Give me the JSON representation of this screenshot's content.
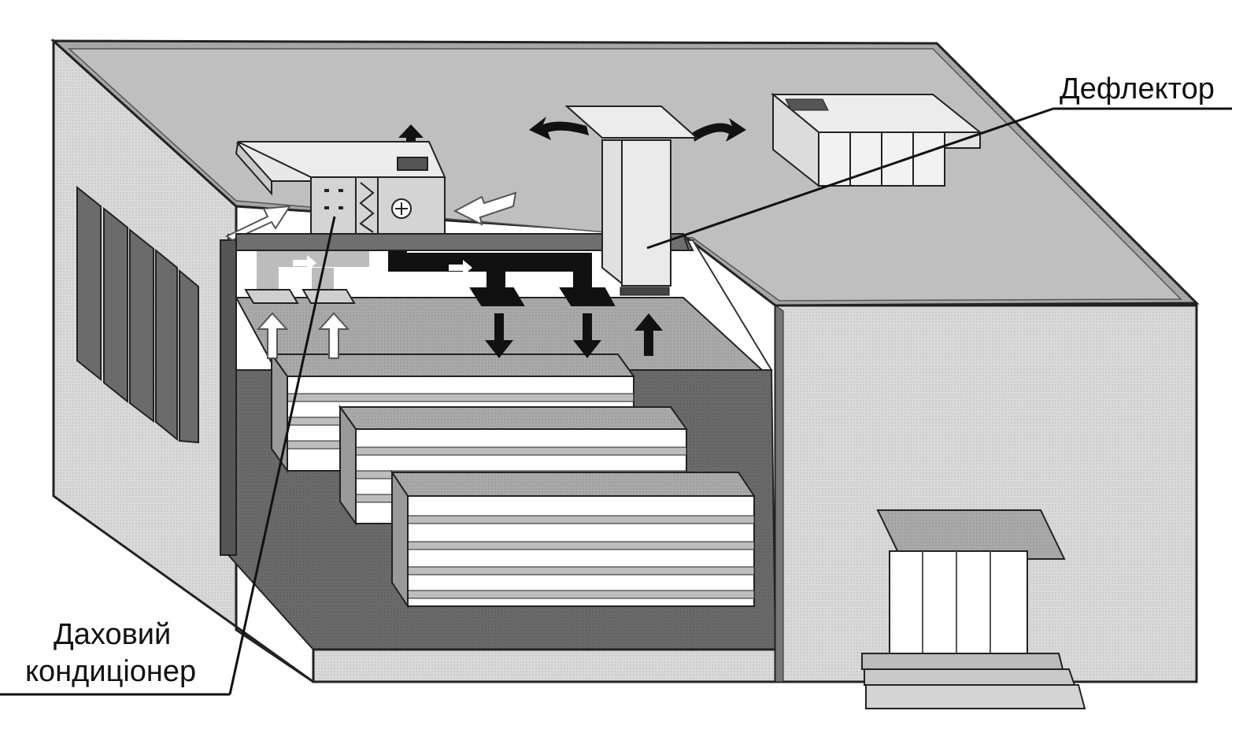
{
  "labels": {
    "deflector": "Дефлектор",
    "roof_conditioner_line1": "Даховий",
    "roof_conditioner_line2": "кондиціонер"
  },
  "colors": {
    "wall_light": "#e4e4e4",
    "wall_mid": "#cfcfcf",
    "roof_top": "#c8c8c8",
    "floor_dark": "#6e6e6e",
    "duct_black": "#111111",
    "line": "#222222",
    "white": "#ffffff"
  }
}
